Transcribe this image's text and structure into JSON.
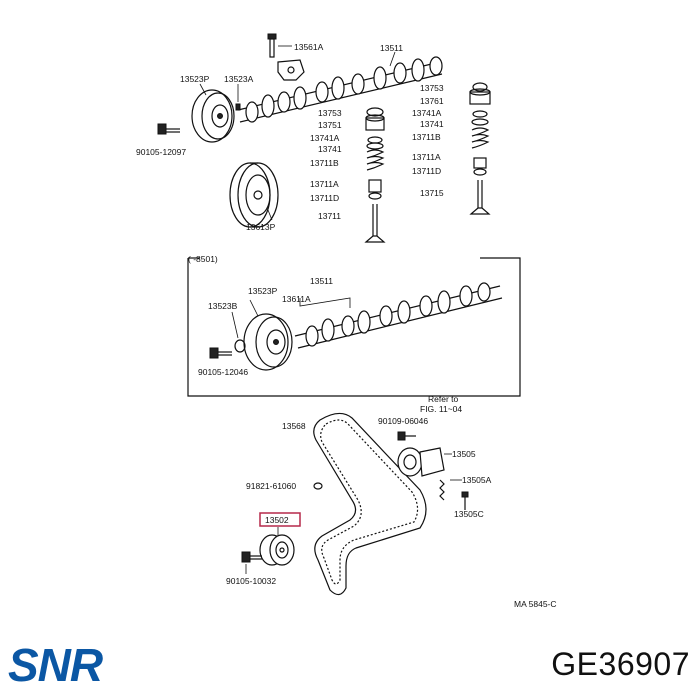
{
  "labels": {
    "l13561a": "13561A",
    "l13511_top": "13511",
    "l13523p_top": "13523P",
    "l13523a": "13523A",
    "l90105_12097": "90105-12097",
    "l13613p": "13613P",
    "l13753_l": "13753",
    "l13751_l": "13751",
    "l13741a_l": "13741A",
    "l13741_l": "13741",
    "l13711b_l": "13711B",
    "l13711a_l": "13711A",
    "l13711d_l": "13711D",
    "l13711_l": "13711",
    "l13753_r": "13753",
    "l13761": "13761",
    "l13741a_r": "13741A",
    "l13741_r": "13741",
    "l13711b_r": "13711B",
    "l13711a_r": "13711A",
    "l13711d_r": "13711D",
    "l13715": "13715",
    "range_label": "(      -8501)",
    "l13511_mid": "13511",
    "l13523p_mid": "13523P",
    "l13611a": "13611A",
    "l13523b": "13523B",
    "l90105_12046": "90105-12046",
    "refer_to_1": "Refer to",
    "refer_to_2": "FIG. 11~04",
    "l13568": "13568",
    "l90109_06046": "90109-06046",
    "l13505": "13505",
    "l13505a": "13505A",
    "l91821_61060": "91821-61060",
    "l13505c": "13505C",
    "l13502": "13502",
    "l90105_10032": "90105-10032",
    "diagram_code": "MA 5845-C"
  },
  "logo": {
    "text": "SNR",
    "color": "#0b57a4"
  },
  "part_number": "GE36907"
}
